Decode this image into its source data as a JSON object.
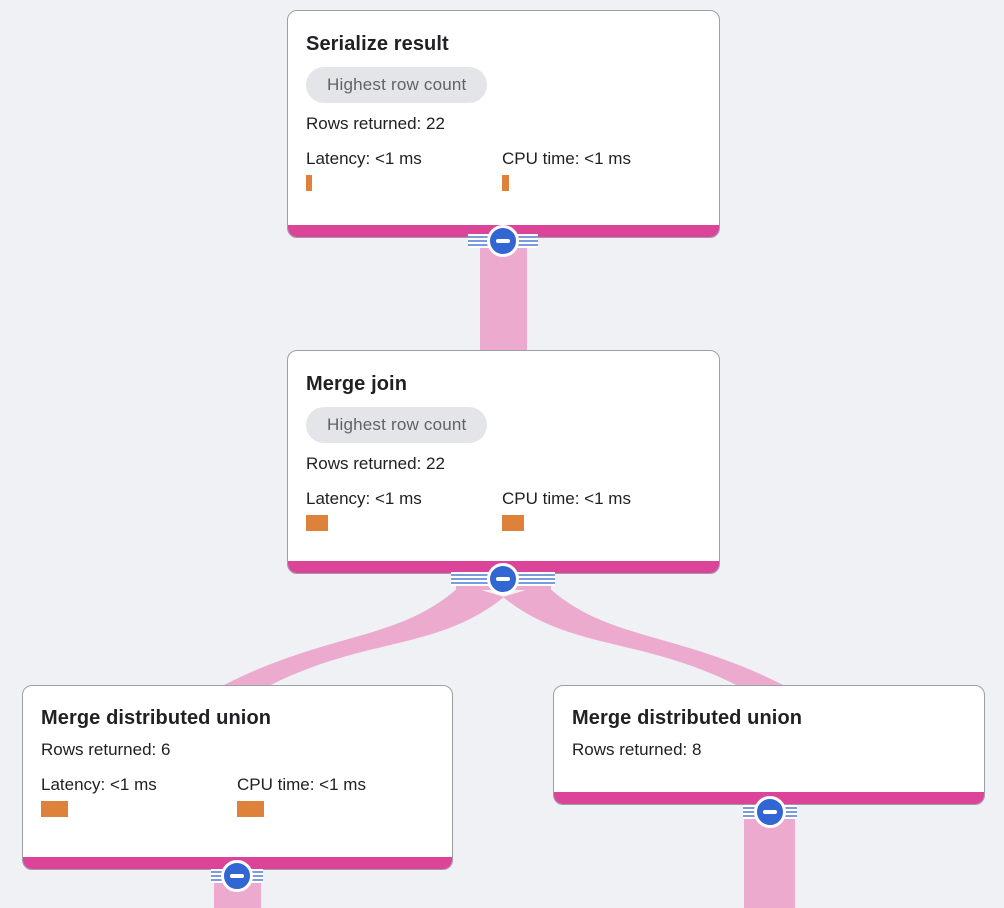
{
  "colors": {
    "background": "#f0f1f4",
    "card_background": "#ffffff",
    "card_border": "#9aa0a6",
    "accent_bar": "#db4498",
    "ribbon": "#ecaacf",
    "collapse_button_blue": "#3266d3",
    "stripe_blue": "#7c9bdf",
    "metric_bar_orange": "#dd813b",
    "badge_background": "#e4e5e8",
    "badge_text": "#5f6368",
    "text": "#202124"
  },
  "nodes": [
    {
      "id": "serialize-result",
      "title": "Serialize result",
      "badge": "Highest row count",
      "rows": "Rows returned: 22",
      "latency_label": "Latency: <1 ms",
      "cpu_label": "CPU time: <1 ms",
      "latency_bar_width": 6,
      "cpu_bar_width": 7
    },
    {
      "id": "merge-join",
      "title": "Merge join",
      "badge": "Highest row count",
      "rows": "Rows returned: 22",
      "latency_label": "Latency: <1 ms",
      "cpu_label": "CPU time: <1 ms",
      "latency_bar_width": 22,
      "cpu_bar_width": 22
    },
    {
      "id": "merge-distributed-union-left",
      "title": "Merge distributed union",
      "rows": "Rows returned: 6",
      "latency_label": "Latency: <1 ms",
      "cpu_label": "CPU time: <1 ms",
      "latency_bar_width": 27,
      "cpu_bar_width": 27
    },
    {
      "id": "merge-distributed-union-right",
      "title": "Merge distributed union",
      "rows": "Rows returned: 8"
    }
  ],
  "edges": [
    {
      "from": "merge-join",
      "to": "serialize-result"
    },
    {
      "from": "merge-distributed-union-left",
      "to": "merge-join"
    },
    {
      "from": "merge-distributed-union-right",
      "to": "merge-join"
    },
    {
      "from": "offscreen-child-below",
      "to": "merge-distributed-union-left"
    },
    {
      "from": "offscreen-child-below",
      "to": "merge-distributed-union-right"
    }
  ]
}
